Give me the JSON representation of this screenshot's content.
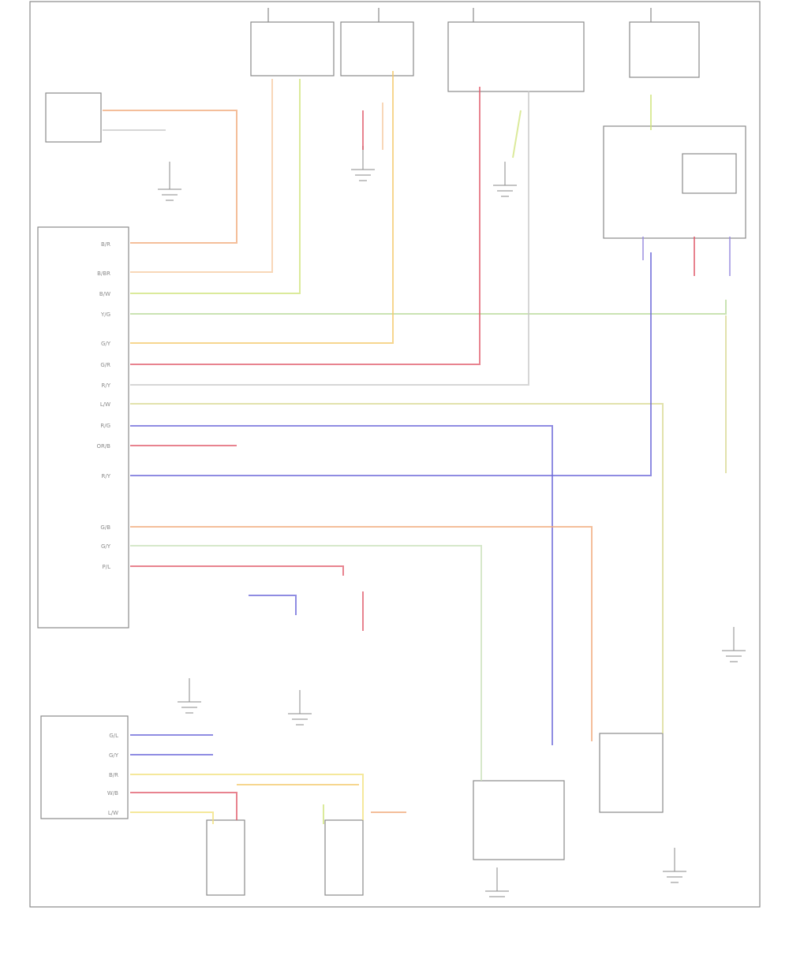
{
  "colors": {
    "line": "#8a8a8a",
    "wire_orange": "#f0a878",
    "wire_peach": "#f5c9a0",
    "wire_yellow": "#f2e07a",
    "wire_lime": "#cfe37a",
    "wire_green": "#b8d99a",
    "wire_gold": "#f3c86a",
    "wire_red": "#e05a6a",
    "wire_grey": "#c8c8c8",
    "wire_blue": "#6a66d8",
    "wire_violet": "#9b8fe0",
    "wire_olive": "#d8d890"
  },
  "ecm": {
    "upper_pins": [
      "B/R",
      "B/BR",
      "B/W",
      "Y/G",
      "G/Y",
      "G/R",
      "R/Y",
      "L/W",
      "R/G",
      "OR/B",
      "R/Y"
    ],
    "lower_pins": [
      "G/B",
      "G/Y",
      "P/L"
    ]
  },
  "tcm": {
    "pins": [
      "G/L",
      "G/Y",
      "B/R",
      "W/B",
      "L/W"
    ]
  }
}
